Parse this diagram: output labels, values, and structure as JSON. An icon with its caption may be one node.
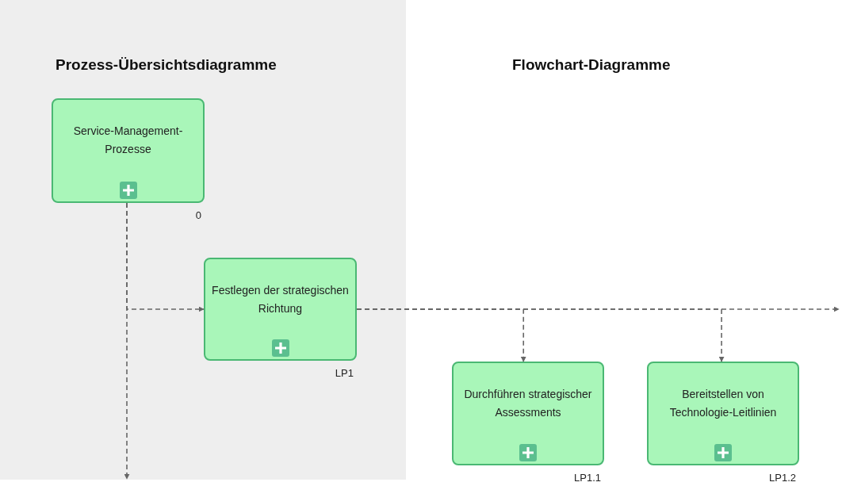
{
  "diagram": {
    "nodes": [
      {
        "text": [
          "Prozess-Übersichtsdiagramme"
        ]
      },
      {
        "text": [
          "Service-Management-Prozesse"
        ],
        "in": 0,
        "beside": [
          "0"
        ]
      },
      {
        "text": [
          "Festlegen der strategischen Richtung"
        ],
        "in": 0,
        "beside": [
          "LP1"
        ]
      },
      {
        "text": [
          "Durchführen strategischer Assessments"
        ],
        "beside": [
          "LP1.1"
        ]
      },
      {
        "text": [
          "Bereitstellen von Technologie-Leitlinien"
        ],
        "beside": [
          "LP1.2"
        ]
      }
    ],
    "edges": [
      {
        "from": 1,
        "to": 2,
        "arrow": "to",
        "style": "dashed"
      },
      {
        "from": 1,
        "to": null,
        "arrow": "to",
        "style": "dashed"
      },
      {
        "from": 2,
        "to": 3,
        "arrow": "to",
        "style": "dashed"
      },
      {
        "from": 2,
        "to": 4,
        "arrow": "to",
        "style": "dashed"
      },
      {
        "from": 2,
        "to": null,
        "arrow": "to",
        "style": "dashed"
      }
    ],
    "labels": [
      "Flowchart-Diagramme"
    ]
  }
}
